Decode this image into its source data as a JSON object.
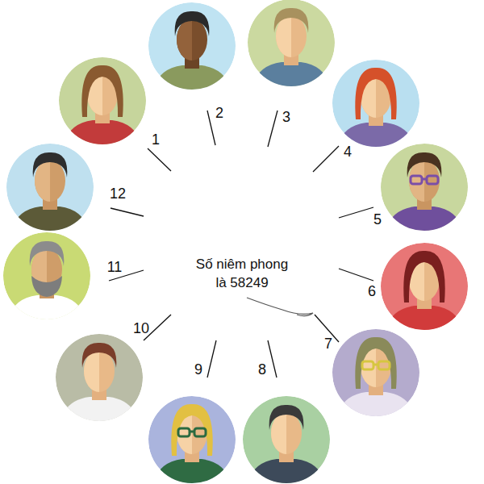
{
  "diagram": {
    "labels": [
      "1",
      "2",
      "3",
      "4",
      "5",
      "6",
      "7",
      "8",
      "9",
      "10",
      "11",
      "12",
      "Số niêm phong là 58249"
    ]
  }
}
